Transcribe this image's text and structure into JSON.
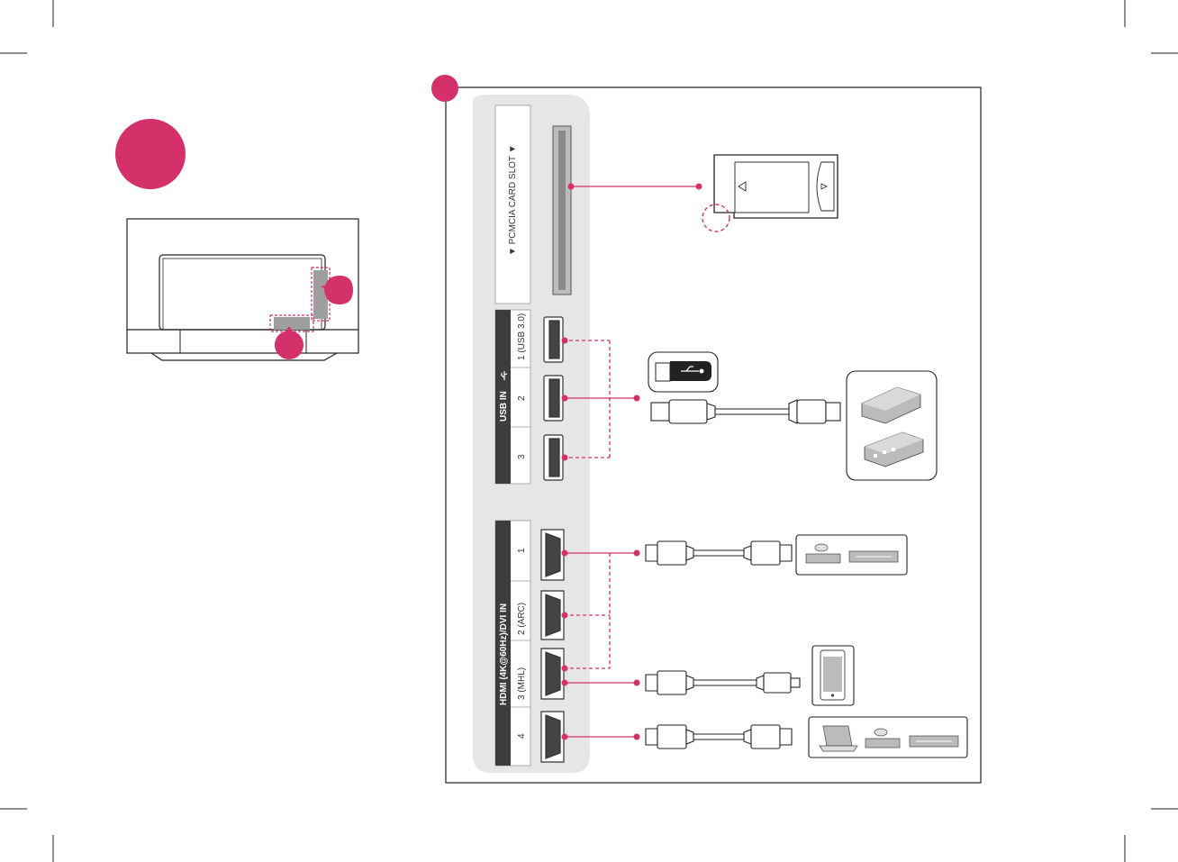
{
  "colors": {
    "accent": "#d4316b",
    "panel_bg": "#e6e6e6",
    "port_label_bg": "#3d3d3d",
    "line": "#222222"
  },
  "labels": {
    "pcmcia": "▼ PCMCIA CARD SLOT ▼",
    "usb_in": "USB IN",
    "usb_1": "1 (USB 3.0)",
    "usb_2": "2",
    "usb_3": "3",
    "hdmi_header": "HDMI (4K@60Hz)/DVI IN",
    "hdmi_1": "1",
    "hdmi_2": "2 (ARC)",
    "hdmi_3": "3 (MHL)",
    "hdmi_4": "4"
  },
  "icons": {
    "usb_symbol": "usb-icon",
    "pcmcia_card": "pcmcia-card-icon",
    "usb_flash": "usb-flash-drive-icon",
    "hdd": "external-hdd-icon",
    "usb_hub": "usb-hub-icon",
    "dvd": "dvd-player-icon",
    "settop": "set-top-box-icon",
    "phone": "smartphone-icon",
    "laptop": "laptop-icon"
  }
}
